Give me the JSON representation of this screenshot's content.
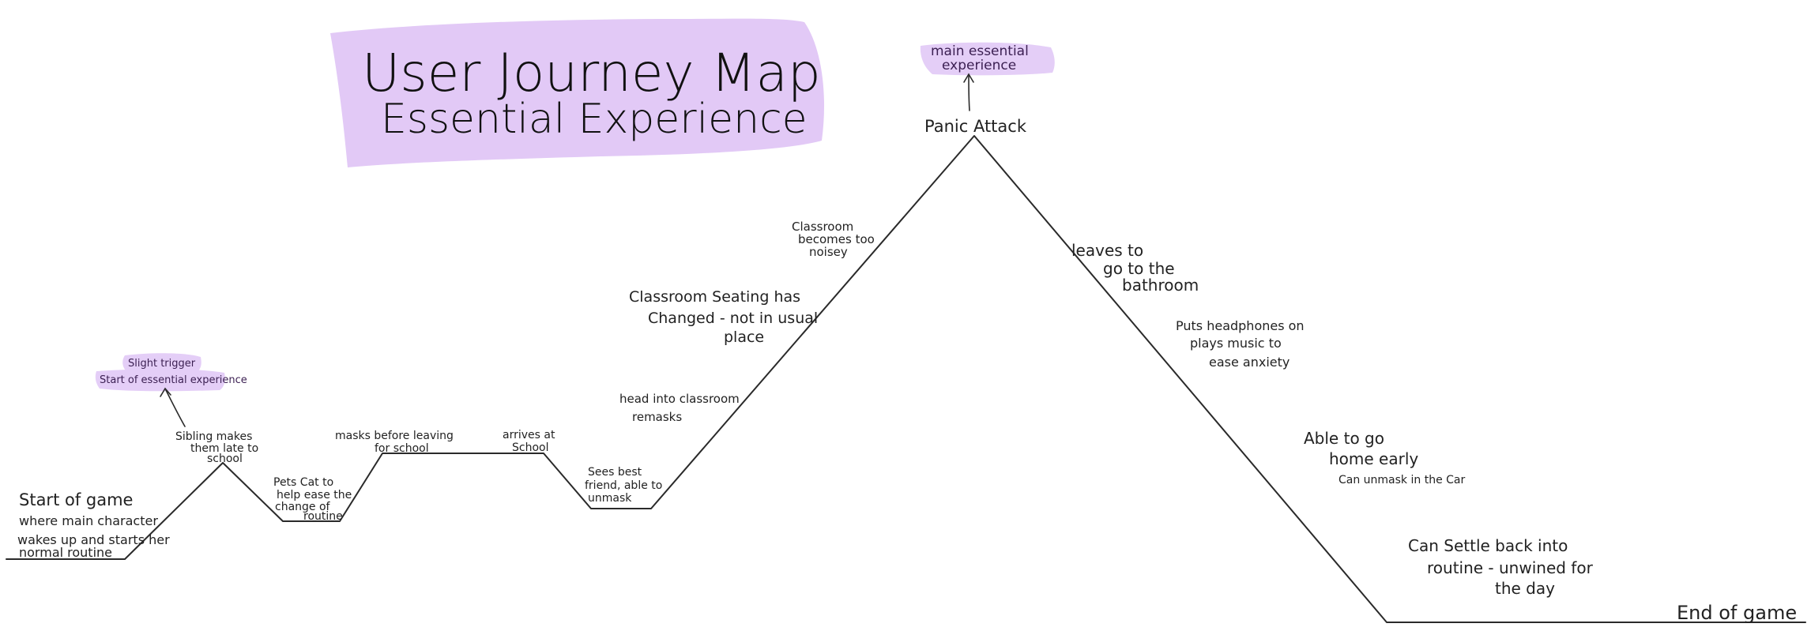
{
  "title": {
    "line1": "User Journey Map",
    "line2": "Essential Experience"
  },
  "journey_steps": [
    {
      "id": "start",
      "lines": [
        "Start of game",
        "where main character",
        "wakes up and starts her",
        "normal routine"
      ]
    },
    {
      "id": "sibling",
      "lines": [
        "Sibling makes",
        "them late to",
        "school"
      ]
    },
    {
      "id": "pets-cat",
      "lines": [
        "Pets Cat to",
        "help ease the",
        "change of",
        "routine"
      ]
    },
    {
      "id": "masks",
      "lines": [
        "masks before leaving",
        "for school"
      ]
    },
    {
      "id": "arrives",
      "lines": [
        "arrives at",
        "School"
      ]
    },
    {
      "id": "best-friend",
      "lines": [
        "Sees best",
        "friend, able to",
        "unmask"
      ]
    },
    {
      "id": "head-into",
      "lines": [
        "head into classroom",
        "remasks"
      ]
    },
    {
      "id": "seating",
      "lines": [
        "Classroom Seating has",
        "Changed - not in usual",
        "place"
      ]
    },
    {
      "id": "noisy",
      "lines": [
        "Classroom",
        "becomes too",
        "noisey"
      ]
    },
    {
      "id": "panic",
      "lines": [
        "Panic Attack"
      ]
    },
    {
      "id": "leaves",
      "lines": [
        "leaves to",
        "go to the",
        "bathroom"
      ]
    },
    {
      "id": "headphones",
      "lines": [
        "Puts headphones on",
        "plays music to",
        "ease anxiety"
      ]
    },
    {
      "id": "home-early",
      "lines": [
        "Able to go",
        "home early"
      ]
    },
    {
      "id": "unmask-car",
      "lines": [
        "Can unmask in the Car"
      ]
    },
    {
      "id": "settle",
      "lines": [
        "Can Settle back into",
        "routine - unwined for",
        "the day"
      ]
    },
    {
      "id": "end",
      "lines": [
        "End of game"
      ]
    }
  ],
  "annotations": {
    "slight_trigger": [
      "Slight trigger",
      "Start of essential experience"
    ],
    "main_essential": [
      "main essential",
      "experience"
    ]
  }
}
